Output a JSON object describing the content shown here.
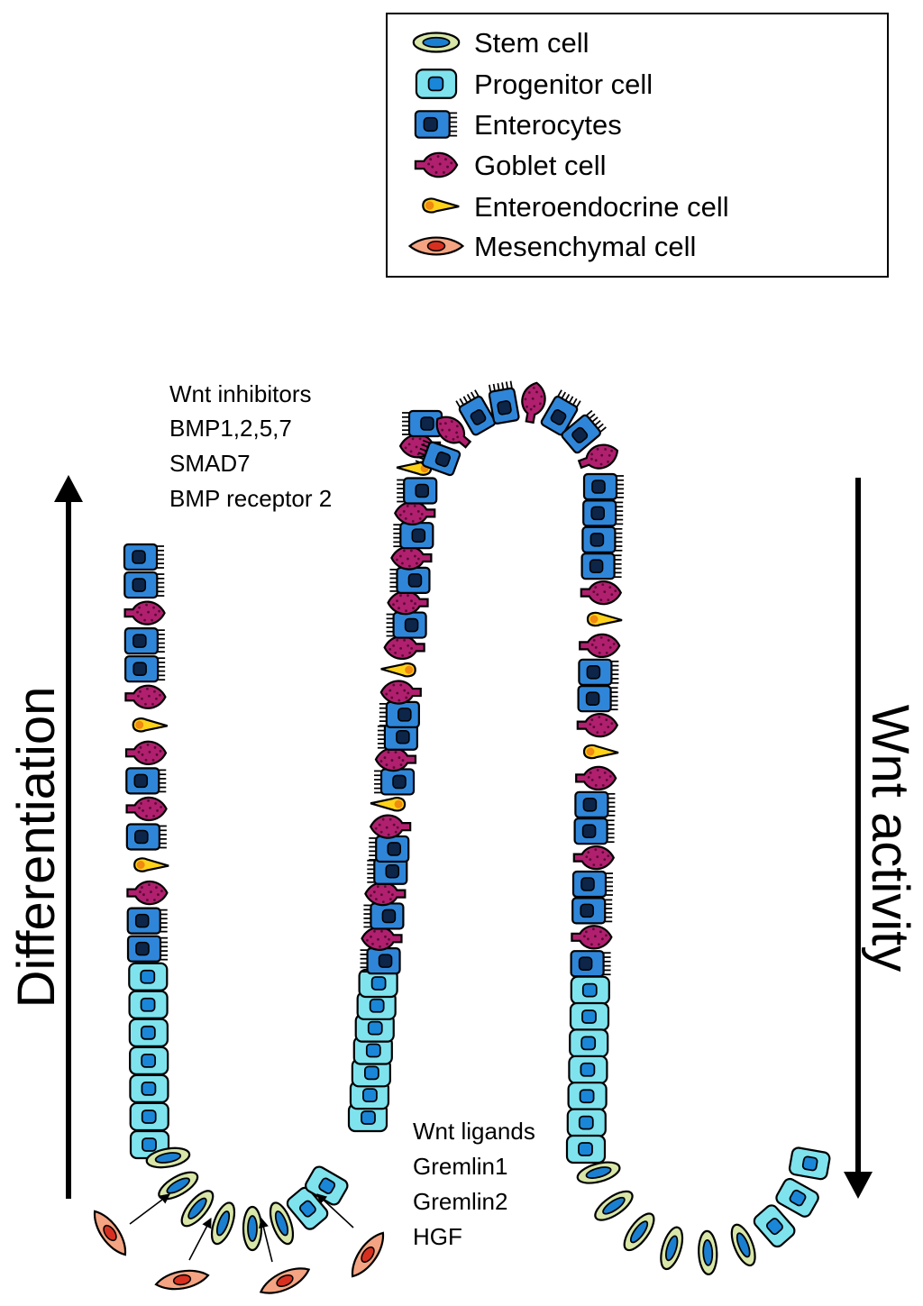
{
  "legend": {
    "items": [
      {
        "id": "stem",
        "label": "Stem cell"
      },
      {
        "id": "progenitor",
        "label": "Progenitor cell"
      },
      {
        "id": "enterocyte",
        "label": "Enterocytes"
      },
      {
        "id": "goblet",
        "label": "Goblet cell"
      },
      {
        "id": "enteroendocrine",
        "label": "Enteroendocrine cell"
      },
      {
        "id": "mesenchymal",
        "label": "Mesenchymal cell"
      }
    ]
  },
  "top_factors": [
    "Wnt inhibitors",
    "BMP1,2,5,7",
    "SMAD7",
    "BMP receptor 2"
  ],
  "bottom_factors": [
    "Wnt ligands",
    "Gremlin1",
    "Gremlin2",
    "HGF"
  ],
  "left_axis_label": "Differentiation",
  "right_axis_label": "Wnt activity",
  "colors": {
    "stem_fill": "#d8e6a8",
    "stem_nucleus": "#1a7fd0",
    "progenitor_fill": "#7fe3ee",
    "progenitor_nucleus": "#1a86d8",
    "enterocyte_fill": "#2f86d9",
    "enterocyte_nucleus": "#0c2548",
    "goblet_fill": "#b0206e",
    "goblet_dots": "#5a0a35",
    "enteroendocrine_fill": "#ffd21a",
    "enteroendocrine_nucleus": "#f08a10",
    "mesenchymal_fill": "#f4a482",
    "mesenchymal_nucleus": "#d83020"
  },
  "tissue": {
    "left_column": [
      "E",
      "E",
      "G",
      "E",
      "E",
      "G",
      "EN",
      "G",
      "E",
      "G",
      "E",
      "EN",
      "G",
      "E",
      "E",
      "P",
      "P",
      "P",
      "P",
      "P",
      "P",
      "P"
    ],
    "crypt1_base": [
      "S",
      "S",
      "S",
      "S",
      "S",
      "S",
      "P",
      "P"
    ],
    "middle_ascend": [
      "P",
      "P",
      "P",
      "P",
      "P",
      "P",
      "P",
      "E",
      "G",
      "E",
      "G",
      "E",
      "E",
      "G",
      "EN",
      "E",
      "G",
      "E",
      "E",
      "G",
      "EN",
      "G",
      "E",
      "G",
      "E",
      "G",
      "E",
      "G",
      "E",
      "EN",
      "G",
      "E"
    ],
    "top_arc": [
      "E",
      "G",
      "E",
      "E",
      "G",
      "E",
      "E",
      "G"
    ],
    "right_descend": [
      "E",
      "E",
      "E",
      "E",
      "G",
      "EN",
      "G",
      "E",
      "E",
      "G",
      "EN",
      "G",
      "E",
      "E",
      "G",
      "E",
      "E",
      "G",
      "E",
      "P",
      "P",
      "P",
      "P",
      "P",
      "P",
      "P"
    ],
    "crypt2_base": [
      "S",
      "S",
      "S",
      "S",
      "S",
      "S",
      "P",
      "P",
      "P"
    ]
  }
}
